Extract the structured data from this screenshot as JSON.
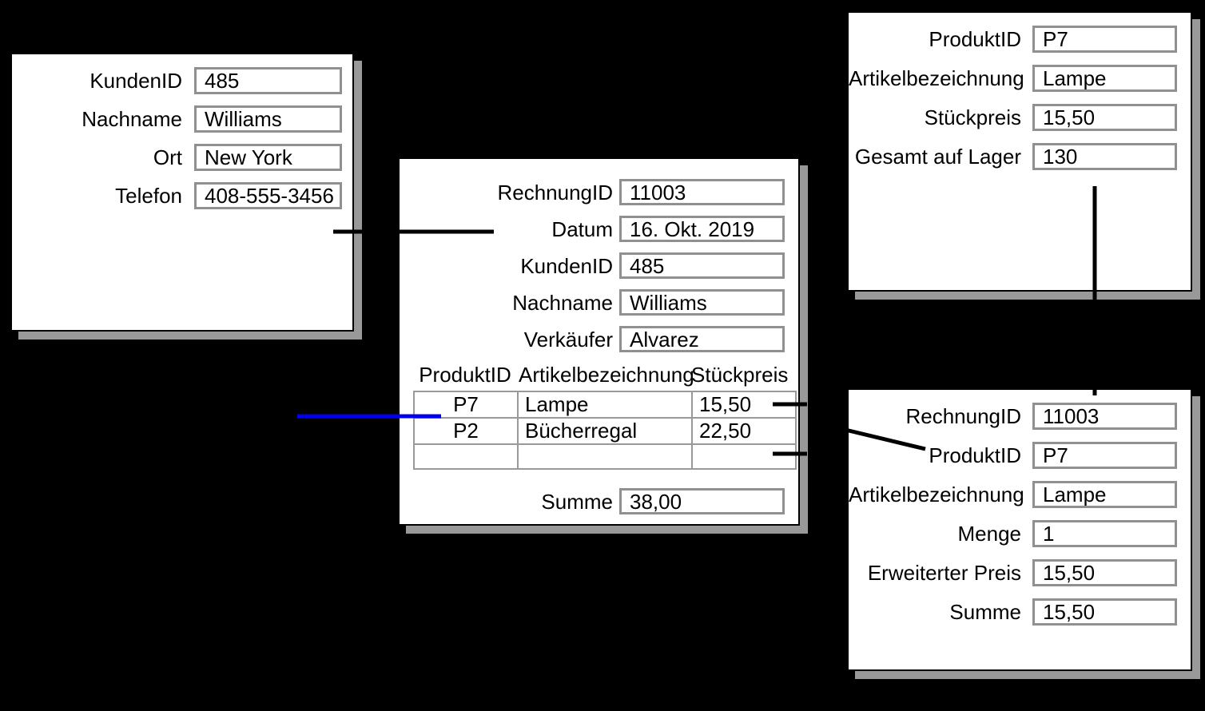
{
  "colors": {
    "background": "#000000",
    "card_background": "#ffffff",
    "card_border": "#000000",
    "card_shadow": "#999999",
    "field_border": "#909090",
    "text": "#000000",
    "connector_black": "#000000",
    "connector_blue": "#0000ee"
  },
  "customer_card": {
    "fields": [
      {
        "label": "KundenID",
        "value": "485"
      },
      {
        "label": "Nachname",
        "value": "Williams"
      },
      {
        "label": "Ort",
        "value": "New York"
      },
      {
        "label": "Telefon",
        "value": "408-555-3456"
      }
    ]
  },
  "invoice_card": {
    "fields": [
      {
        "label": "RechnungID",
        "value": "11003"
      },
      {
        "label": "Datum",
        "value": "16. Okt. 2019"
      },
      {
        "label": "KundenID",
        "value": "485"
      },
      {
        "label": "Nachname",
        "value": "Williams"
      },
      {
        "label": "Verkäufer",
        "value": "Alvarez"
      }
    ],
    "line_items_table": {
      "headers": [
        "ProduktID",
        "Artikelbezeichnung",
        "Stückpreis"
      ],
      "rows": [
        {
          "produkt_id": "P7",
          "artikelbezeichnung": "Lampe",
          "stueckpreis": "15,50"
        },
        {
          "produkt_id": "P2",
          "artikelbezeichnung": "Bücherregal",
          "stueckpreis": "22,50"
        },
        {
          "produkt_id": "",
          "artikelbezeichnung": "",
          "stueckpreis": ""
        }
      ]
    },
    "total": {
      "label": "Summe",
      "value": "38,00"
    }
  },
  "product_card": {
    "fields": [
      {
        "label": "ProduktID",
        "value": "P7"
      },
      {
        "label": "Artikelbezeichnung",
        "value": "Lampe"
      },
      {
        "label": "Stückpreis",
        "value": "15,50"
      },
      {
        "label": "Gesamt auf Lager",
        "value": "130"
      }
    ]
  },
  "line_item_card": {
    "fields": [
      {
        "label": "RechnungID",
        "value": "11003"
      },
      {
        "label": "ProduktID",
        "value": "P7"
      },
      {
        "label": "Artikelbezeichnung",
        "value": "Lampe"
      },
      {
        "label": "Menge",
        "value": "1"
      },
      {
        "label": "Erweiterter Preis",
        "value": "15,50"
      },
      {
        "label": "Summe",
        "value": "15,50"
      }
    ]
  }
}
